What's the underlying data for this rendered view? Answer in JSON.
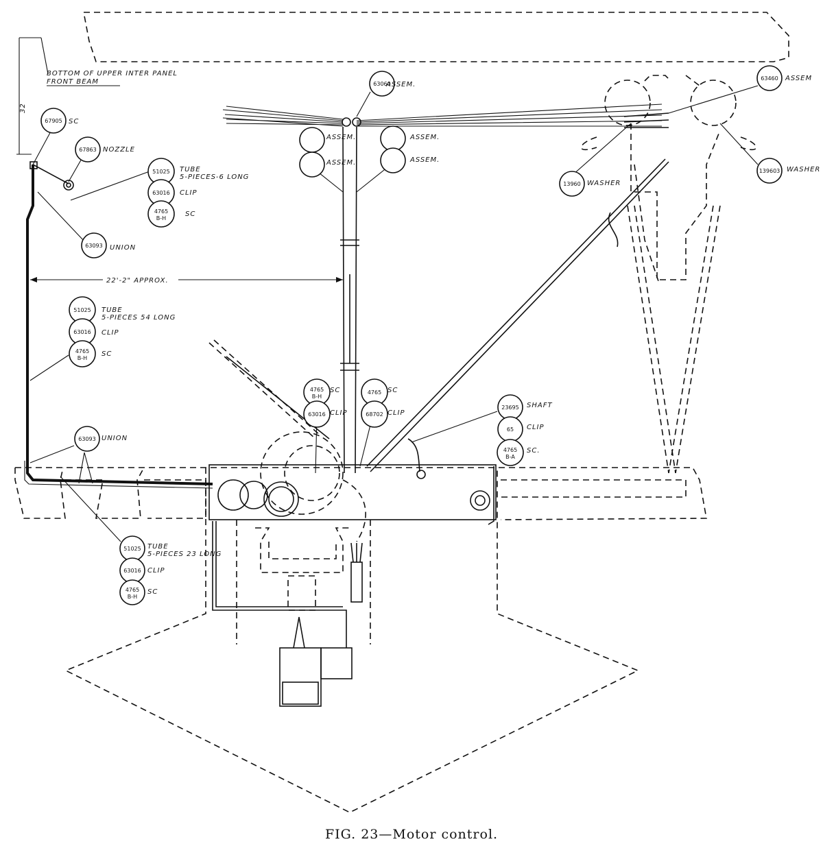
{
  "caption": "FIG. 23—Motor control.",
  "dimensions": {
    "vertical": "32",
    "horizontal": "22'-2\" APPROX."
  },
  "notes": {
    "panel_line1": "BOTTOM OF UPPER INTER PANEL",
    "panel_line2": "FRONT BEAM"
  },
  "callouts": {
    "c1": {
      "number": "67905",
      "label": "SC"
    },
    "c2": {
      "number": "67863",
      "label": "NOZZLE"
    },
    "c3": {
      "number": "51025",
      "label": "TUBE",
      "label2": "5-PIECES-6 LONG"
    },
    "c4": {
      "number": "63016",
      "label": "CLIP"
    },
    "c5": {
      "number": "4765",
      "number2": "B-H",
      "label": "SC"
    },
    "c6": {
      "number": "63093",
      "label": "UNION"
    },
    "c7": {
      "number": "51025",
      "label": "TUBE",
      "label2": "5-PIECES 54 LONG"
    },
    "c8": {
      "number": "63016",
      "label": "CLIP"
    },
    "c9": {
      "number": "4765",
      "number2": "B-H",
      "label": "SC"
    },
    "c10": {
      "number": "63093",
      "label": "UNION"
    },
    "c11": {
      "number": "51025",
      "label": "TUBE",
      "label2": "5-PIECES 23 LONG"
    },
    "c12": {
      "number": "63016",
      "label": "CLIP"
    },
    "c13": {
      "number": "4765",
      "number2": "B-H",
      "label": "SC"
    },
    "c14": {
      "number": "63060",
      "label": "ASSEM."
    },
    "c15": {
      "number": "",
      "label": "ASSEM."
    },
    "c16": {
      "number": "",
      "label": "ASSEM."
    },
    "c17": {
      "number": "",
      "label": "ASSEM."
    },
    "c18": {
      "number": "",
      "label": "ASSEM."
    },
    "c19": {
      "number": "4765",
      "number2": "B-H",
      "label": "SC"
    },
    "c20": {
      "number": "63016",
      "label": "CLIP"
    },
    "c21": {
      "number": "4765",
      "label": "SC"
    },
    "c22": {
      "number": "68702",
      "label": "CLIP"
    },
    "c23": {
      "number": "23695",
      "label": "SHAFT"
    },
    "c24": {
      "number": "65",
      "label": "CLIP"
    },
    "c25": {
      "number": "4765",
      "number2": "B-A",
      "label": "SC."
    },
    "c26": {
      "number": "63460",
      "label": "ASSEM"
    },
    "c27": {
      "number": "13960",
      "label": "WASHER"
    },
    "c28": {
      "number": "139603",
      "label": "WASHER"
    }
  }
}
